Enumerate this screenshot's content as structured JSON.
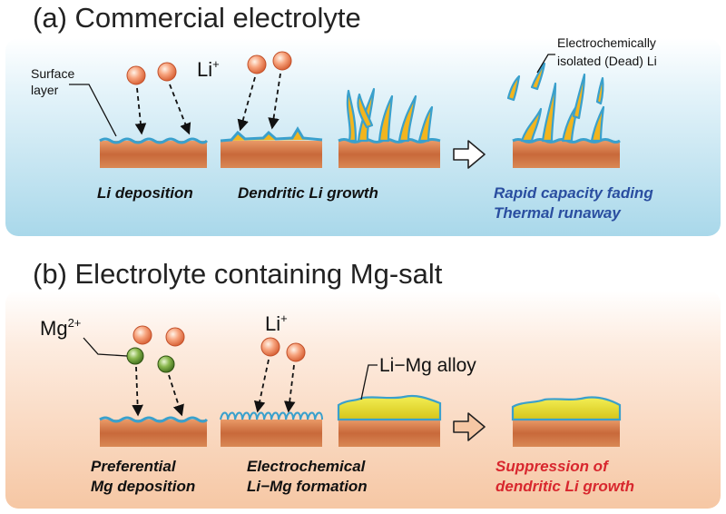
{
  "panel_a": {
    "heading": "(a) Commercial electrolyte",
    "surface_layer_line1": "Surface",
    "surface_layer_line2": "layer",
    "ion_base": "Li",
    "ion_charge": "+",
    "dead_li_line1": "Electrochemically",
    "dead_li_line2": "isolated (Dead)  Li",
    "step1": "Li deposition",
    "step2": "Dendritic Li growth",
    "outcome_line1": "Rapid capacity fading",
    "outcome_line2": "Thermal runaway"
  },
  "panel_b": {
    "heading": "(b) Electrolyte containing Mg-salt",
    "mg_ion_base": "Mg",
    "mg_ion_charge": "2+",
    "li_ion_base": "Li",
    "li_ion_charge": "+",
    "alloy_label": "Li−Mg alloy",
    "step1_line1": "Preferential",
    "step1_line2": "Mg deposition",
    "step2_line1": "Electrochemical",
    "step2_line2": "Li−Mg formation",
    "outcome_line1": "Suppression of",
    "outcome_line2": "dendritic Li growth"
  },
  "colors": {
    "panel_a_bg": "#cfe9f3",
    "panel_b_bg": "#fbe0cf",
    "outcome_a": "#2a4ea0",
    "outcome_b": "#d8272e",
    "electrode": "#c8693a",
    "surface_film": "#3aa0cc",
    "dendrite": "#f2b51e",
    "li_ion": "#f08a5d",
    "mg_ion": "#5d8a2e",
    "alloy": "#e8e02a"
  }
}
